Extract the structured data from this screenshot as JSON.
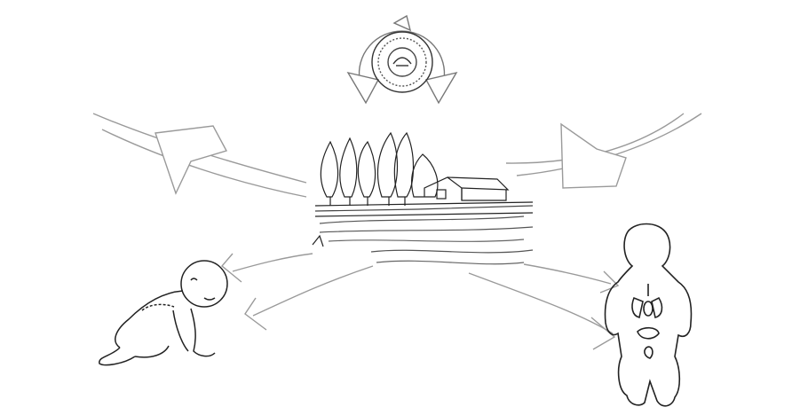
{
  "diagram": {
    "type": "environmental-exposure-cycle",
    "background_color": "#ffffff",
    "ink_color": "#222222",
    "arrow_stroke_color": "#9a9a9a",
    "corner_scribble": "",
    "nodes": [
      {
        "id": "cycle-emblem",
        "icon": "recycle-emblem-icon"
      },
      {
        "id": "landscape",
        "icon": "farm-landscape-icon"
      },
      {
        "id": "infant",
        "icon": "crawling-baby-icon"
      },
      {
        "id": "child-organs",
        "icon": "child-internal-organs-icon"
      }
    ],
    "arrows": [
      {
        "from": "landscape",
        "to": "top-left",
        "style": "curved-open"
      },
      {
        "from": "top-right",
        "to": "landscape",
        "style": "curved-open"
      },
      {
        "from": "landscape",
        "to": "infant",
        "style": "curved-open"
      },
      {
        "from": "landscape",
        "to": "child-organs",
        "style": "curved-open"
      }
    ]
  }
}
